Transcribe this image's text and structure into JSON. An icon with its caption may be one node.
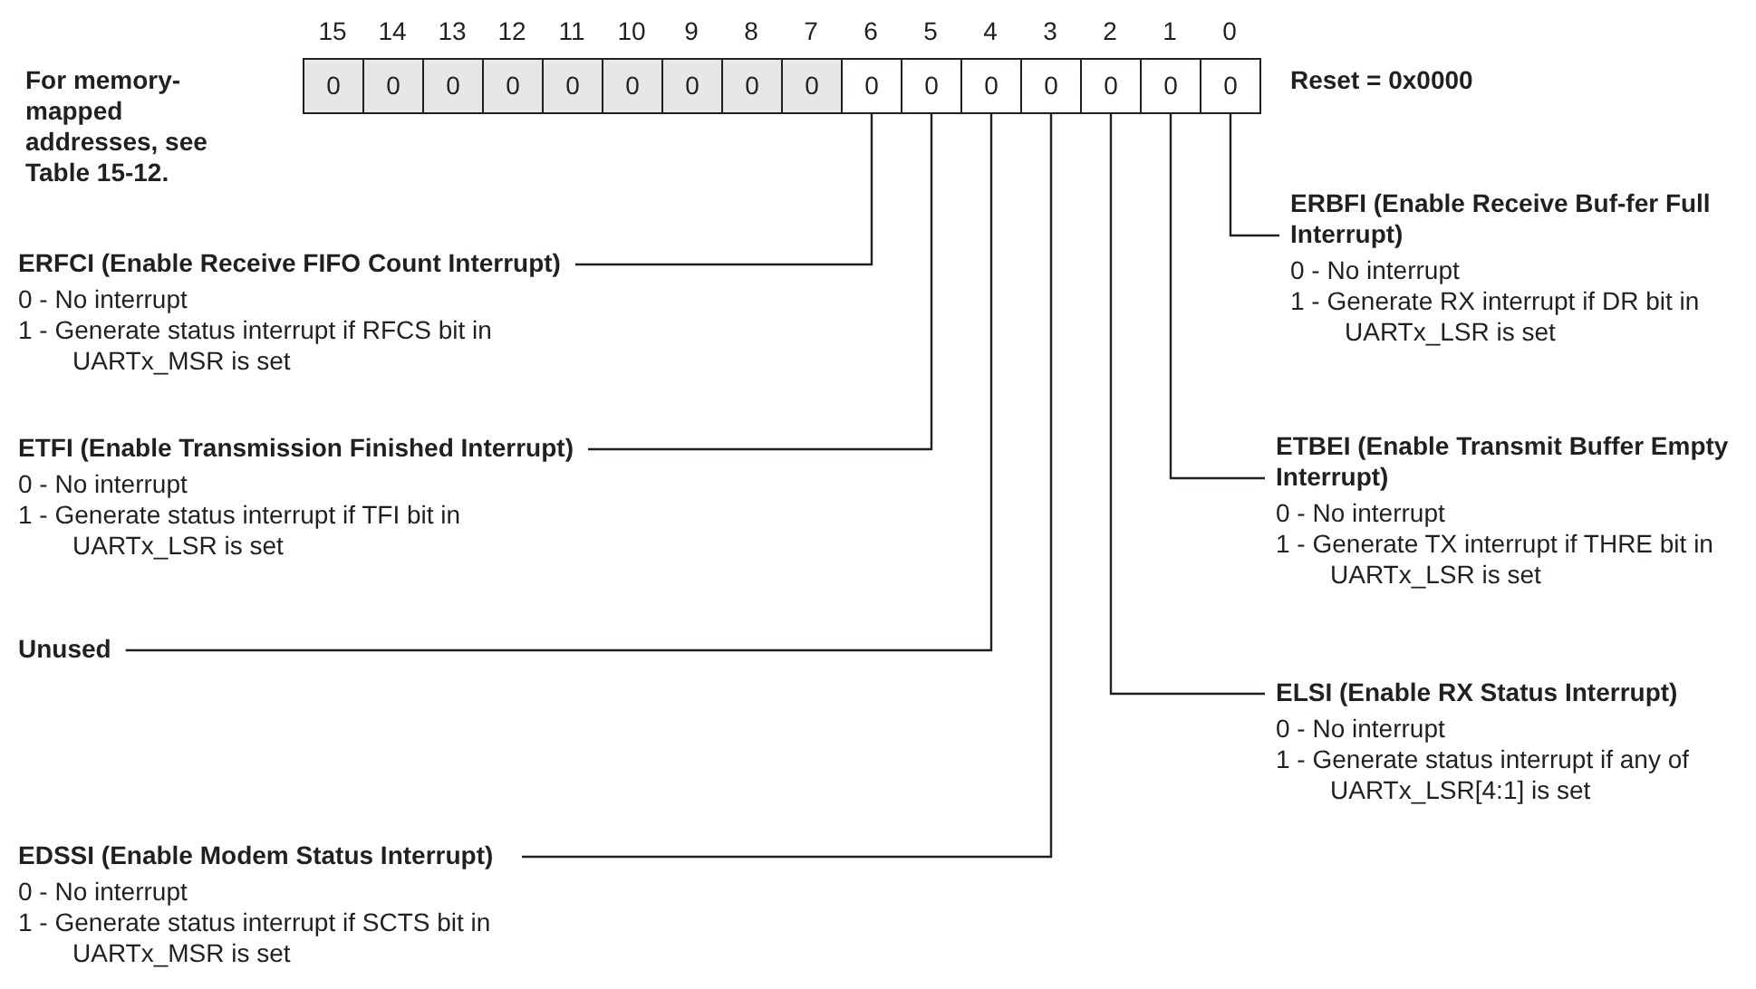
{
  "diagram": {
    "nodes": [
      {
        "text": [
          "0"
        ]
      },
      {
        "text": [
          "0"
        ]
      },
      {
        "text": [
          "0"
        ]
      },
      {
        "text": [
          "0"
        ]
      },
      {
        "text": [
          "0"
        ]
      },
      {
        "text": [
          "0"
        ]
      },
      {
        "text": [
          "0"
        ]
      },
      {
        "text": [
          "0"
        ]
      },
      {
        "text": [
          "0"
        ]
      },
      {
        "text": [
          "0"
        ]
      },
      {
        "text": [
          "0"
        ]
      },
      {
        "text": [
          "0"
        ]
      },
      {
        "text": [
          "0"
        ]
      },
      {
        "text": [
          "0"
        ]
      },
      {
        "text": [
          "0"
        ]
      },
      {
        "text": [
          "0"
        ]
      },
      {
        "text": [
          "ERFCI (Enable Receive FIFO Count Interrupt)",
          "0 - No interrupt",
          "1 - Generate status interrupt if RFCS bit in UARTx_MSR is set"
        ]
      },
      {
        "text": [
          "ETFI (Enable Transmission Finished Interrupt)",
          "0 - No interrupt",
          "1 - Generate status interrupt if TFI bit in UARTx_LSR is set"
        ]
      },
      {
        "text": [
          "Unused"
        ]
      },
      {
        "text": [
          "EDSSI (Enable Modem Status Interrupt)",
          "0 - No interrupt",
          "1 - Generate status interrupt if SCTS bit in UARTx_MSR is set"
        ]
      },
      {
        "text": [
          "ERBFI (Enable Receive Buf-fer Full Interrupt)",
          "0 - No interrupt",
          "1 - Generate RX interrupt if DR bit in UARTx_LSR is set"
        ]
      },
      {
        "text": [
          "ETBEI (Enable Transmit Buffer Empty Interrupt)",
          "0 - No interrupt",
          "1 - Generate TX interrupt if THRE bit in UARTx_LSR is set"
        ]
      },
      {
        "text": [
          "ELSI (Enable RX Status Interrupt)",
          "0 - No interrupt",
          "1 - Generate status interrupt if any of UARTx_LSR[4:1] is set"
        ]
      }
    ],
    "edges": [
      {
        "from": 16,
        "to": 9,
        "arrow": "none"
      },
      {
        "from": 17,
        "to": 10,
        "arrow": "none"
      },
      {
        "from": 18,
        "to": 11,
        "arrow": "none"
      },
      {
        "from": 19,
        "to": 12,
        "arrow": "none"
      },
      {
        "from": 20,
        "to": 15,
        "arrow": "none"
      },
      {
        "from": 21,
        "to": 14,
        "arrow": "none"
      },
      {
        "from": 22,
        "to": 13,
        "arrow": "none"
      }
    ],
    "labels": [
      "15",
      "14",
      "13",
      "12",
      "11",
      "10",
      "9",
      "8",
      "7",
      "6",
      "5",
      "4",
      "3",
      "2",
      "1",
      "0",
      "For memory-mapped addresses, see Table 15-12.",
      "Reset = 0x0000"
    ]
  }
}
